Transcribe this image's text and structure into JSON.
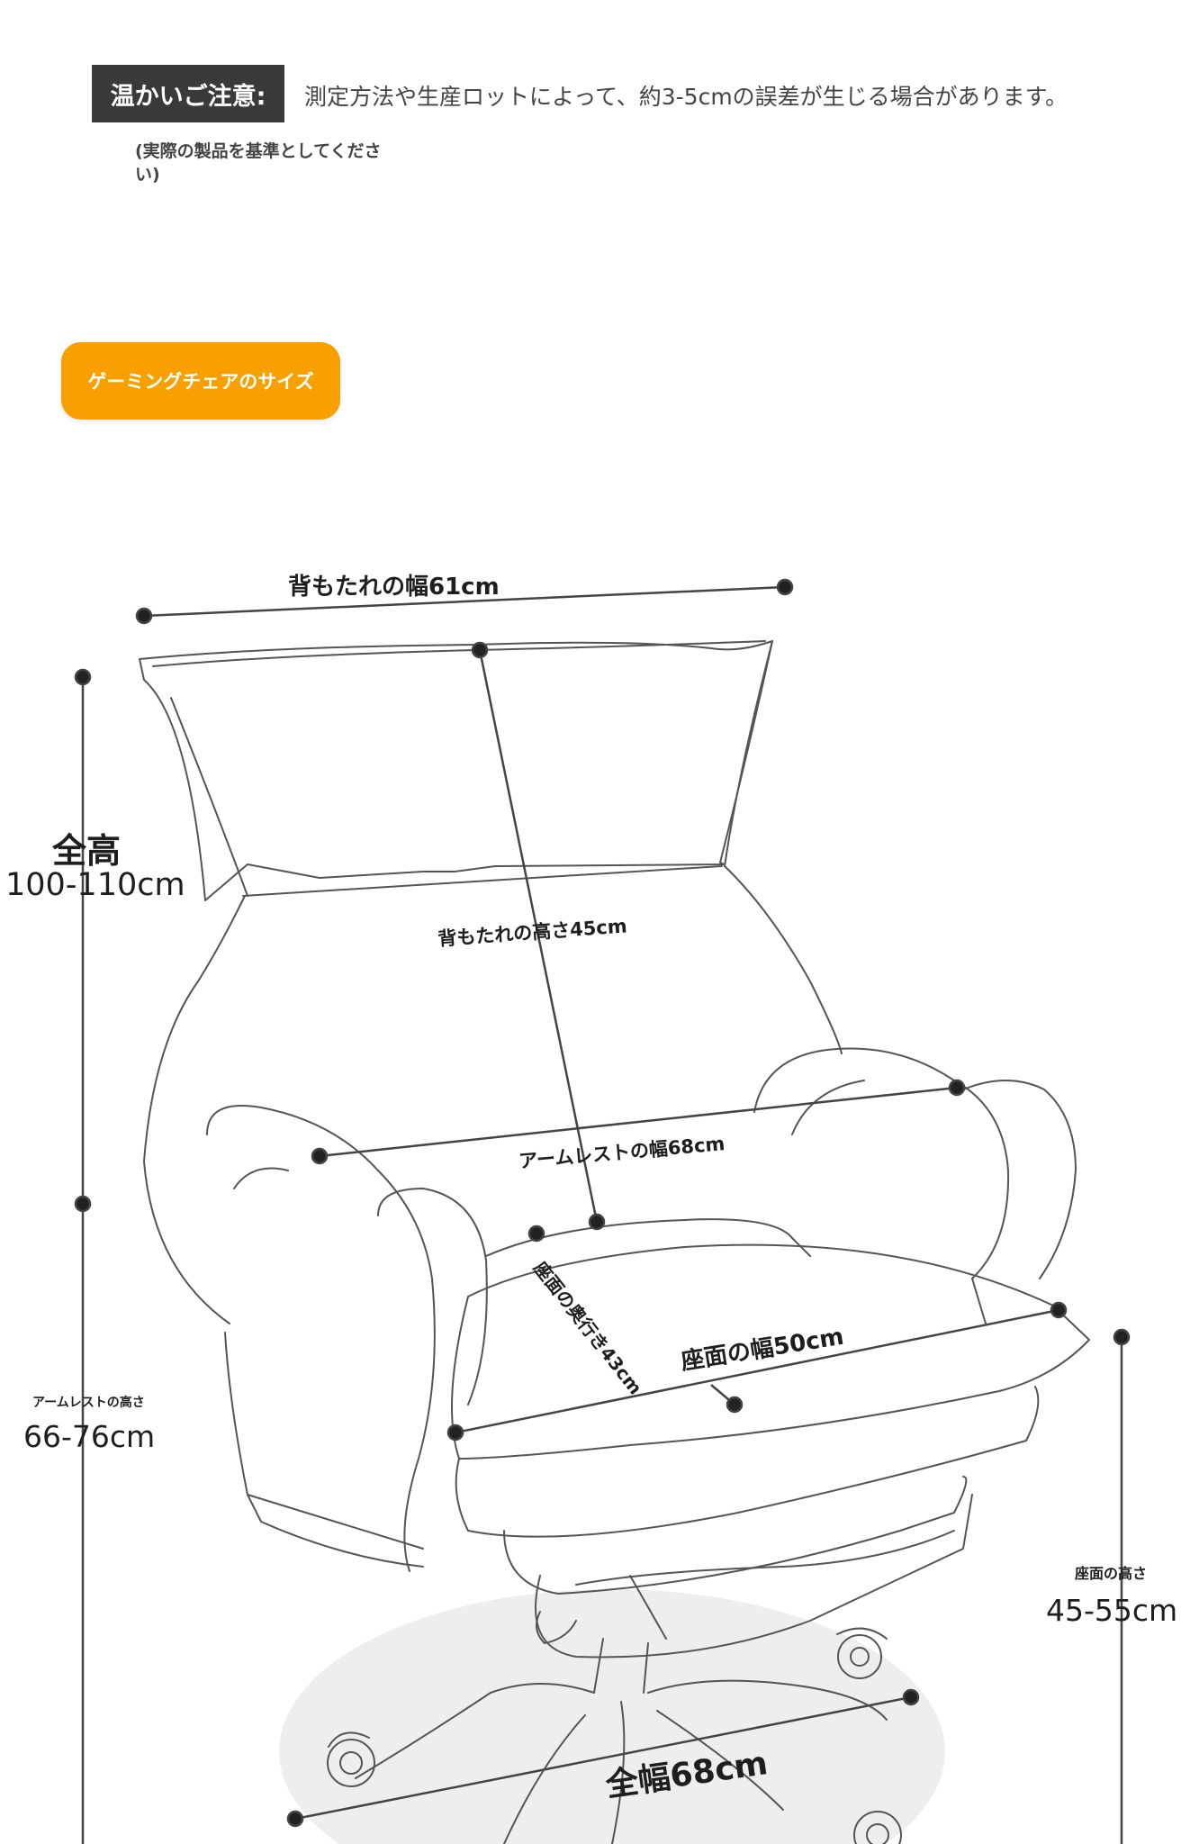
{
  "notice": {
    "tag": "温かいご注意:",
    "text": "測定方法や生産ロットによって、約3-5cmの誤差が生じる場合があります。",
    "sub": "(実際の製品を基準としてください)"
  },
  "section": {
    "title": "ゲーミングチェアのサイズ"
  },
  "colors": {
    "accent": "#f7a000",
    "tag_bg": "#3a3a3a",
    "line": "#444444"
  },
  "dimensions": {
    "backrest_width": "背もたれの幅61cm",
    "total_height_label": "全高",
    "total_height_value": "100-110cm",
    "backrest_height": "背もたれの高さ45cm",
    "armrest_width": "アームレストの幅68cm",
    "seat_depth": "座面の奥行き43cm",
    "seat_width": "座面の幅50cm",
    "armrest_height_label": "アームレストの高さ",
    "armrest_height_value": "66-76cm",
    "seat_height_label": "座面の高さ",
    "seat_height_value": "45-55cm",
    "total_width": "全幅68cm"
  }
}
